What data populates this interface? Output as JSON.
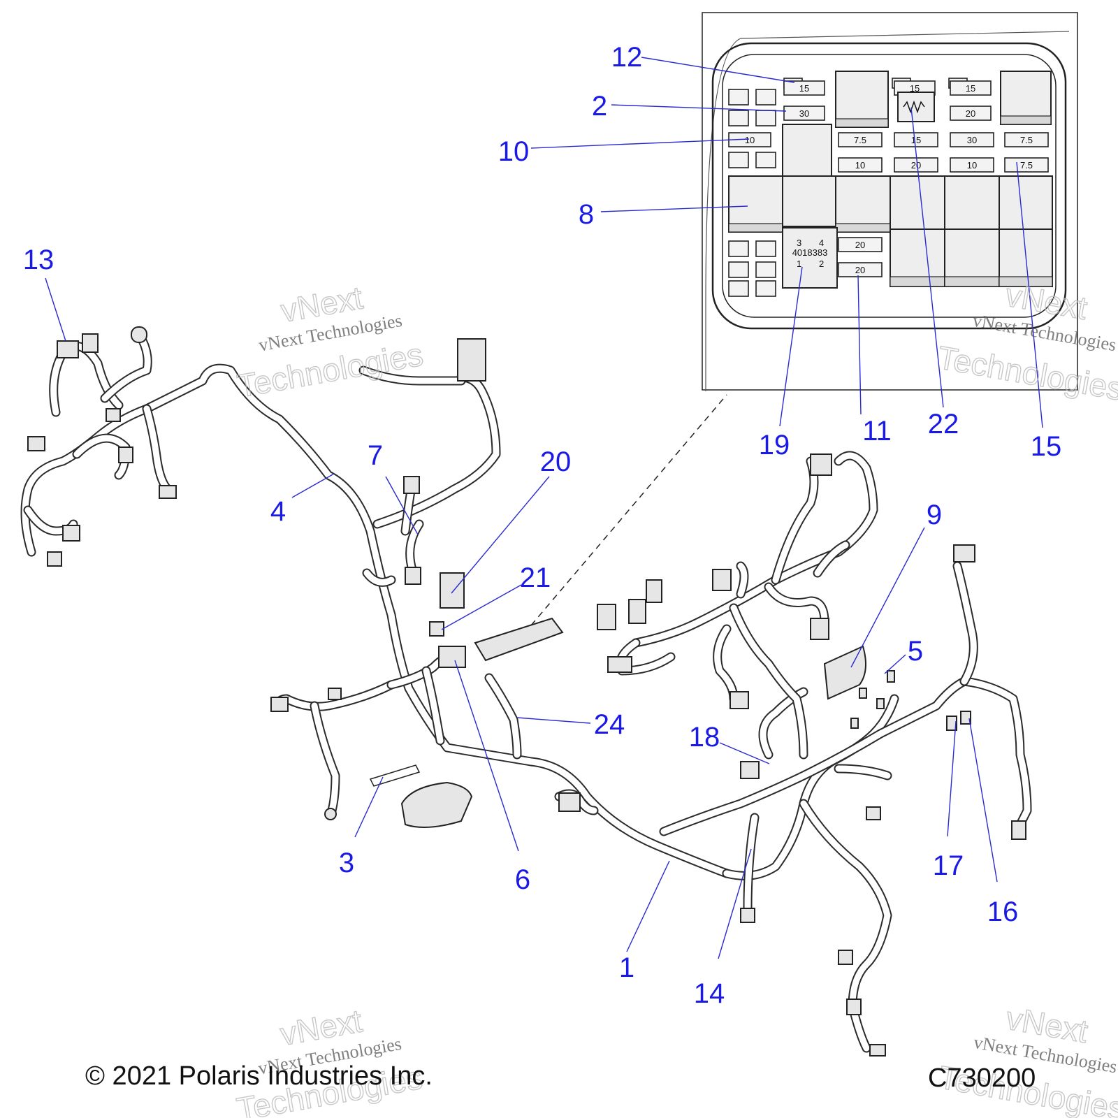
{
  "callouts": [
    {
      "id": "1",
      "text": "1"
    },
    {
      "id": "2",
      "text": "2"
    },
    {
      "id": "3",
      "text": "3"
    },
    {
      "id": "4",
      "text": "4"
    },
    {
      "id": "5",
      "text": "5"
    },
    {
      "id": "6",
      "text": "6"
    },
    {
      "id": "7",
      "text": "7"
    },
    {
      "id": "8",
      "text": "8"
    },
    {
      "id": "9",
      "text": "9"
    },
    {
      "id": "10",
      "text": "10"
    },
    {
      "id": "11",
      "text": "11"
    },
    {
      "id": "12",
      "text": "12"
    },
    {
      "id": "13",
      "text": "13"
    },
    {
      "id": "14",
      "text": "14"
    },
    {
      "id": "15",
      "text": "15"
    },
    {
      "id": "16",
      "text": "16"
    },
    {
      "id": "17",
      "text": "17"
    },
    {
      "id": "18",
      "text": "18"
    },
    {
      "id": "19",
      "text": "19"
    },
    {
      "id": "20",
      "text": "20"
    },
    {
      "id": "21",
      "text": "21"
    },
    {
      "id": "22",
      "text": "22"
    },
    {
      "id": "24",
      "text": "24"
    }
  ],
  "fuse_ratings": {
    "f_12": "15",
    "f_2": "30",
    "f_10": "10",
    "f_a": "7.5",
    "f_b": "10",
    "f_c": "15",
    "f_d": "15",
    "f_e": "20",
    "f_f": "15",
    "f_g": "20",
    "f_h": "30",
    "f_i": "10",
    "f_j": "7.5",
    "f_15": "7.5",
    "f_k": "20",
    "f_11": "20"
  },
  "relay_marking": {
    "part_no": "4018383",
    "pin_1": "1",
    "pin_2": "2",
    "pin_3": "3",
    "pin_4": "4"
  },
  "watermark": {
    "line1": "vNext",
    "line2": "vNext Technologies",
    "line3": "Technologies"
  },
  "footer": {
    "copyright": "© 2021 Polaris Industries Inc.",
    "drawing_code": "C730200"
  }
}
